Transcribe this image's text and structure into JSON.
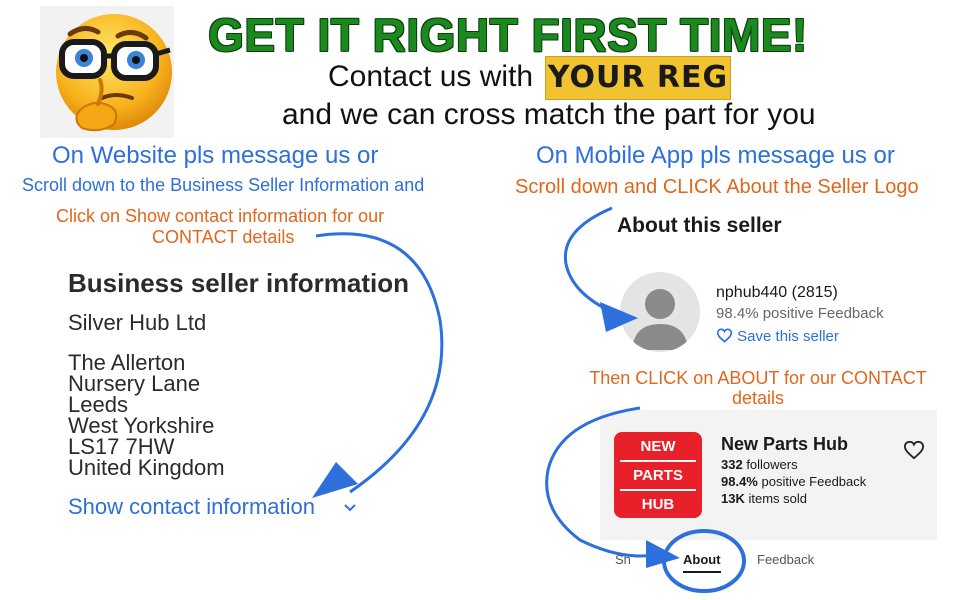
{
  "header": {
    "headline": "GET IT RIGHT FIRST TIME!",
    "contact_prefix": "Contact us with",
    "reg_plate": "YOUR REG",
    "cross_match": "and we can cross match the part for you"
  },
  "website_instructions": {
    "heading": "On Website pls message us or",
    "line1": "Scroll down to the Business Seller Information and",
    "line2": "Click on Show contact information for our",
    "line3": "CONTACT details"
  },
  "mobile_instructions": {
    "heading": "On Mobile App pls message us or",
    "line1": "Scroll down and CLICK About the Seller Logo",
    "then_click_1": "Then CLICK on ABOUT for our CONTACT",
    "then_click_2": "details"
  },
  "business_seller": {
    "title": "Business seller information",
    "company": "Silver Hub Ltd",
    "address": [
      "The Allerton",
      "Nursery Lane",
      "Leeds",
      "West Yorkshire",
      "LS17 7HW",
      "United Kingdom"
    ],
    "show_contact": "Show contact information"
  },
  "about_seller": {
    "title": "About this seller",
    "username": "nphub440 (2815)",
    "feedback": "98.4% positive Feedback",
    "save_label": "Save this seller"
  },
  "store": {
    "logo_words": [
      "NEW",
      "PARTS",
      "HUB"
    ],
    "name": "New Parts Hub",
    "followers_num": "332",
    "followers_text": " followers",
    "feedback_num": "98.4%",
    "feedback_text": " positive Feedback",
    "sold_num": "13K",
    "sold_text": " items sold"
  },
  "tabs": {
    "shop": "Sh",
    "about": "About",
    "feedback": "Feedback"
  },
  "colors": {
    "headline_green": "#1a8a1e",
    "instruction_blue": "#2d6fdb",
    "instruction_orange": "#e2661b",
    "plate_yellow": "#f2c330",
    "logo_red": "#e8202a"
  },
  "icons": [
    "thinking-emoji-icon",
    "avatar-placeholder-icon",
    "heart-outline-icon",
    "chevron-down-icon",
    "arrow-icon"
  ]
}
